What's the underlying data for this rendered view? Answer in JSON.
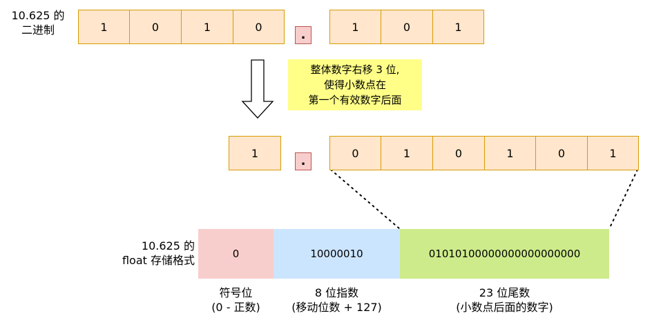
{
  "binary_label": [
    "10.625 的",
    "二进制"
  ],
  "binary_int_bits": [
    "1",
    "0",
    "1",
    "0"
  ],
  "binary_frac_bits": [
    "1",
    "0",
    "1"
  ],
  "point_symbol": ".",
  "shift_note": [
    "整体数字右移 3 位,",
    "使得小数点在",
    "第一个有效数字后面"
  ],
  "normalized_int": "1",
  "normalized_frac_bits": [
    "0",
    "1",
    "0",
    "1",
    "0",
    "1"
  ],
  "float_label": [
    "10.625 的",
    "float 存储格式"
  ],
  "float_parts": [
    {
      "value": "0",
      "caption": [
        "符号位",
        "(0 - 正数)"
      ],
      "color": "#f8cecc"
    },
    {
      "value": "10000010",
      "caption": [
        "8 位指数",
        "(移动位数 + 127)"
      ],
      "color": "#cce5ff"
    },
    {
      "value": "01010100000000000000000",
      "caption": [
        "23 位尾数",
        "(小数点后面的数字)"
      ],
      "color": "#cdeb8b"
    }
  ]
}
